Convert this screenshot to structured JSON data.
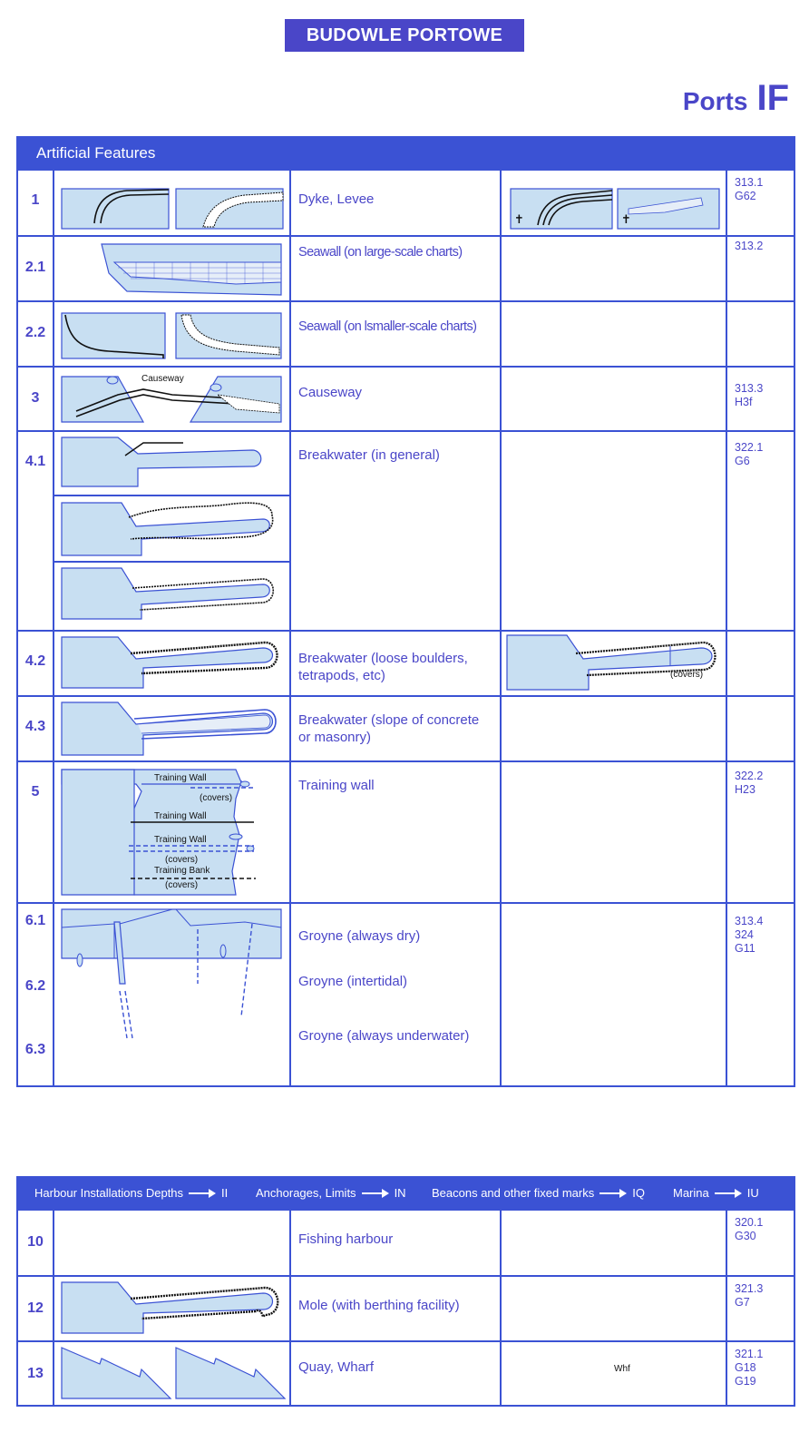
{
  "header": {
    "banner": "BUDOWLE PORTOWE",
    "ports_word": "Ports",
    "ports_code": "IF"
  },
  "section1": {
    "title": "Artificial Features",
    "rows": [
      {
        "num": "1",
        "desc": "Dyke, Levee",
        "refs": [
          "313.1",
          "G62"
        ]
      },
      {
        "num": "2.1",
        "desc": "Seawall (on large-scale charts)",
        "refs": [
          "313.2"
        ]
      },
      {
        "num": "2.2",
        "desc": "Seawall (on lsmaller-scale charts)",
        "refs": []
      },
      {
        "num": "3",
        "desc": "Causeway",
        "refs": [
          "313.3",
          "H3f"
        ]
      },
      {
        "num": "4.1",
        "desc": "Breakwater (in general)",
        "refs": [
          "322.1",
          "G6"
        ]
      },
      {
        "num": "4.2",
        "desc": "Breakwater (loose boulders, tetrapods, etc)",
        "refs": []
      },
      {
        "num": "4.3",
        "desc": "Breakwater (slope of concrete or masonry)",
        "refs": []
      },
      {
        "num": "5",
        "desc": "Training wall",
        "refs": [
          "322.2",
          "H23"
        ]
      },
      {
        "nums": [
          "6.1",
          "6.2",
          "6.3"
        ],
        "descs": [
          "Groyne (always dry)",
          "Groyne (intertidal)",
          "Groyne (always underwater)"
        ],
        "refs": [
          "313.4",
          "324",
          "G11"
        ]
      }
    ],
    "labels": {
      "causeway": "Causeway",
      "covers": "(covers)",
      "training_wall": "Training Wall",
      "training_bank": "Training Bank"
    }
  },
  "section2": {
    "nav": [
      {
        "label": "Harbour Installations Depths",
        "target": "II"
      },
      {
        "label": "Anchorages, Limits",
        "target": "IN"
      },
      {
        "label": "Beacons and other fixed marks",
        "target": "IQ"
      },
      {
        "label": "Marina",
        "target": "IU"
      }
    ],
    "rows": [
      {
        "num": "10",
        "desc": "Fishing harbour",
        "refs": [
          "320.1",
          "G30"
        ]
      },
      {
        "num": "12",
        "desc": "Mole (with berthing facility)",
        "refs": [
          "321.3",
          "G7"
        ]
      },
      {
        "num": "13",
        "desc": "Quay, Wharf",
        "symbol_text": "Whf",
        "refs": [
          "321.1",
          "G18",
          "G19"
        ]
      }
    ]
  },
  "colors": {
    "accent": "#3b52d4",
    "text": "#4a46c8",
    "land": "#c8dff2",
    "white": "#ffffff"
  }
}
